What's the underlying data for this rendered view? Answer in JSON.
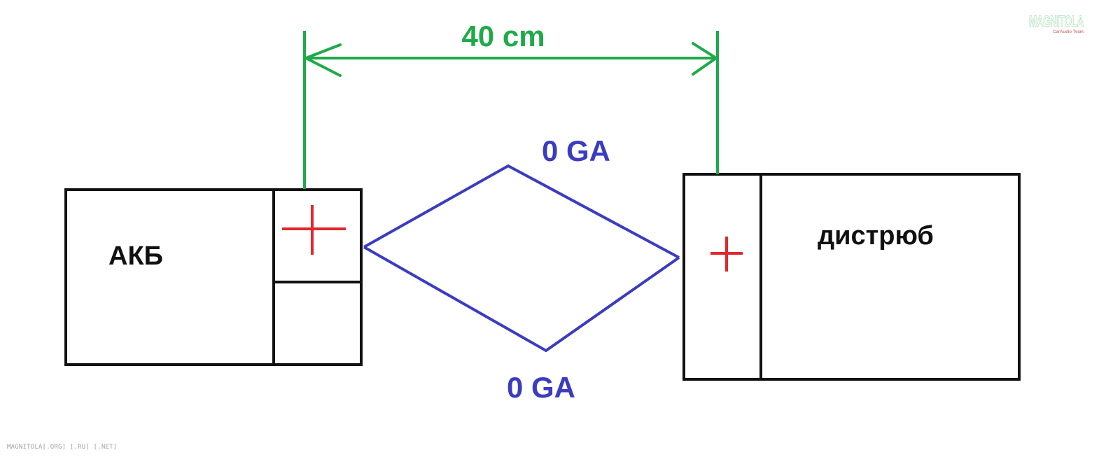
{
  "colors": {
    "outline": "#111111",
    "dimension": "#1faa4a",
    "cable": "#3c3cc0",
    "plus": "#e0282e"
  },
  "battery": {
    "label": "АКБ",
    "plus_sign": "+"
  },
  "distributor": {
    "label": "дистрюб",
    "plus_sign": "+"
  },
  "dimension": {
    "label": "40 cm"
  },
  "cables": {
    "top_label": "0 GA",
    "bottom_label": "0 GA"
  },
  "watermark": {
    "logo": "MAGNITOLA",
    "logo_sub": "CarAudio Team",
    "site": "MAGNITOLA[.ORG] [.RU] [.NET]"
  }
}
